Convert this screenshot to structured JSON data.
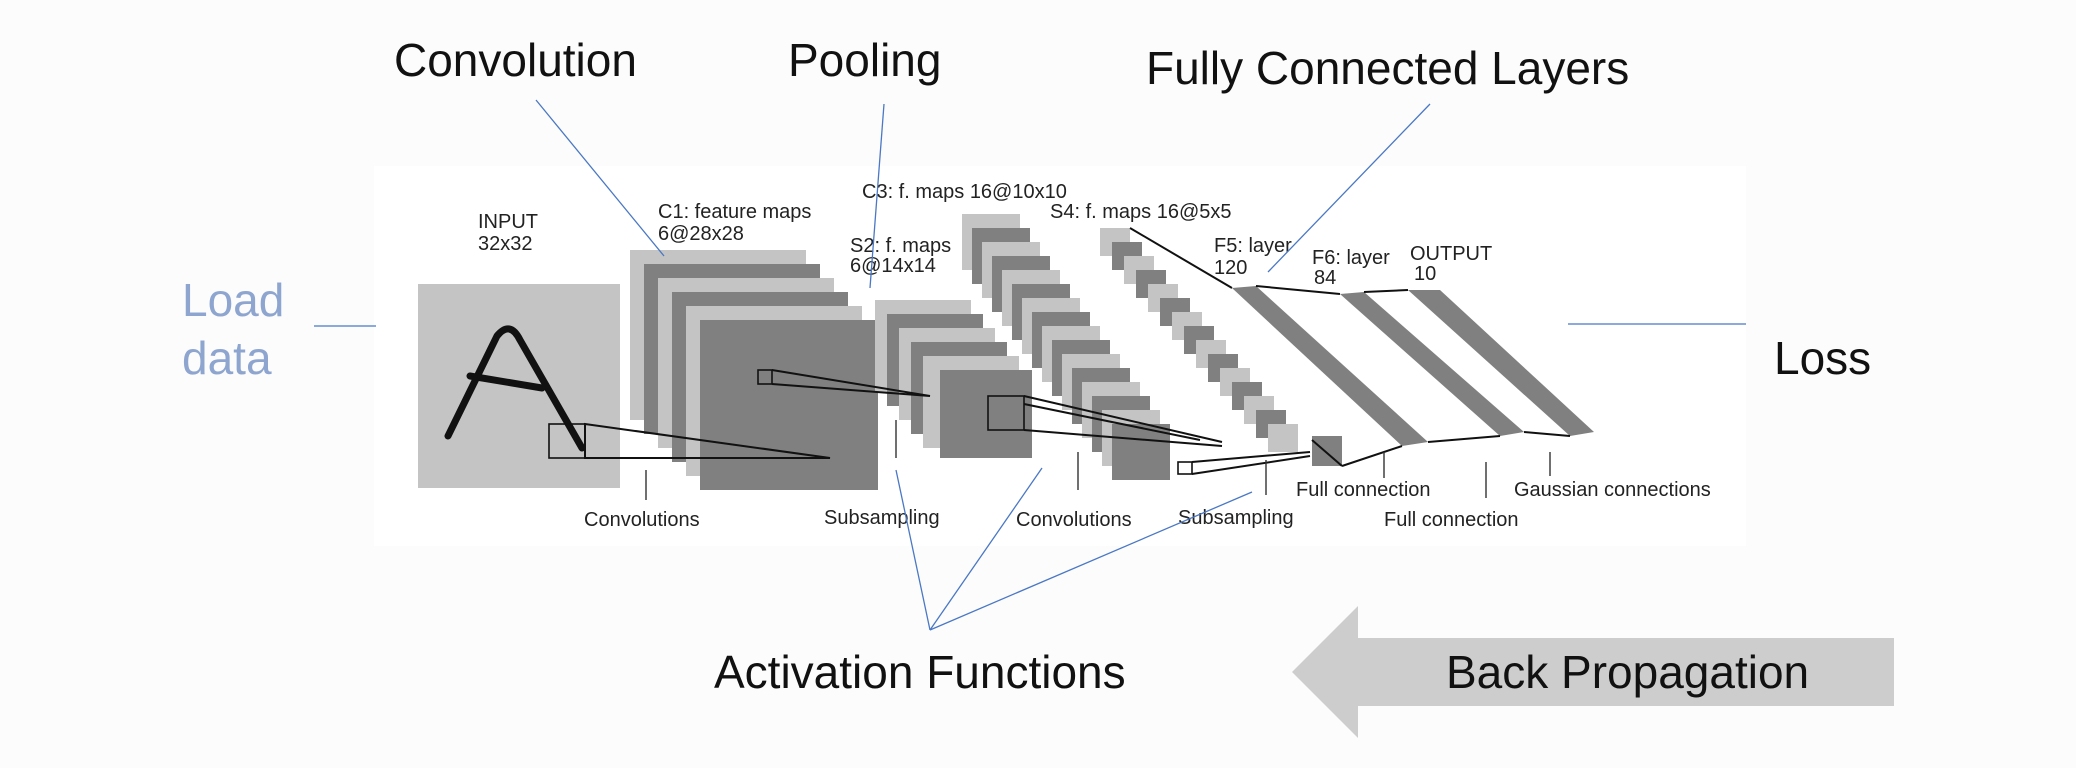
{
  "annotations": {
    "convolution": "Convolution",
    "pooling": "Pooling",
    "fully_connected": "Fully Connected Layers",
    "load_data": [
      "Load",
      "data"
    ],
    "loss": "Loss",
    "activation": "Activation Functions",
    "back_propagation": "Back Propagation"
  },
  "network": {
    "input": [
      "INPUT",
      "32x32"
    ],
    "c1": [
      "C1: feature maps",
      "6@28x28"
    ],
    "s2": [
      "S2: f. maps",
      "6@14x14"
    ],
    "c3": "C3: f. maps 16@10x10",
    "s4": "S4: f. maps 16@5x5",
    "f5": [
      "F5:  layer",
      "120"
    ],
    "f6": [
      "F6: layer",
      "84"
    ],
    "output": [
      "OUTPUT",
      "10"
    ]
  },
  "operations": {
    "convolutions_1": "Convolutions",
    "subsampling_1": "Subsampling",
    "convolutions_2": "Convolutions",
    "subsampling_2": "Subsampling",
    "full_connection_1": "Full connection",
    "full_connection_2": "Full connection",
    "gaussian": "Gaussian connections"
  },
  "colors": {
    "annotation_line": "#4a78c4",
    "load_text": "#8ea6cf",
    "light_map": "#c4c4c4",
    "dark_map": "#808080",
    "arrow": "#cdcdcd"
  }
}
